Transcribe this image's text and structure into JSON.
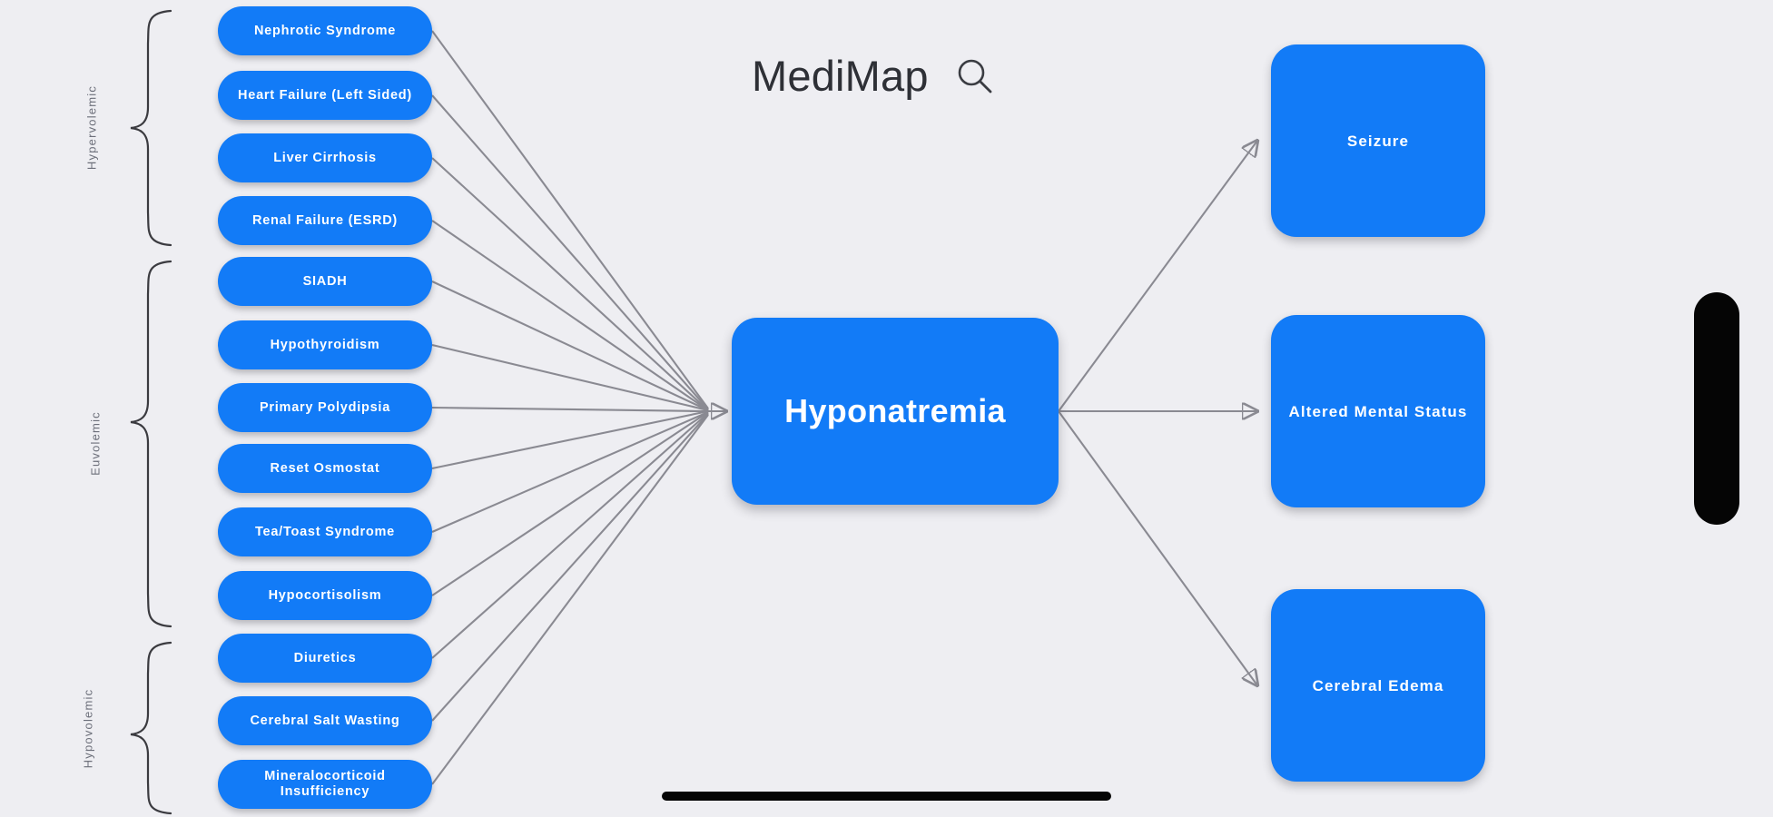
{
  "app": {
    "title": "MediMap",
    "search_icon": "search-icon",
    "background_color": "#eeeef2",
    "node_color": "#127bf7",
    "node_text_color": "#ffffff",
    "edge_color": "#8a8a92"
  },
  "center": {
    "label": "Hyponatremia"
  },
  "causes": {
    "groups": [
      {
        "label": "Hypervolemic",
        "items": [
          {
            "label": "Nephrotic Syndrome"
          },
          {
            "label": "Heart Failure (Left Sided)"
          },
          {
            "label": "Liver Cirrhosis"
          },
          {
            "label": "Renal Failure (ESRD)"
          }
        ]
      },
      {
        "label": "Euvolemic",
        "items": [
          {
            "label": "SIADH"
          },
          {
            "label": "Hypothyroidism"
          },
          {
            "label": "Primary Polydipsia"
          },
          {
            "label": "Reset Osmostat"
          },
          {
            "label": "Tea/Toast Syndrome"
          },
          {
            "label": "Hypocortisolism"
          }
        ]
      },
      {
        "label": "Hypovolemic",
        "items": [
          {
            "label": "Diuretics"
          },
          {
            "label": "Cerebral Salt Wasting"
          },
          {
            "label": "Mineralocorticoid Insufficiency"
          }
        ]
      }
    ]
  },
  "outcomes": {
    "items": [
      {
        "label": "Seizure"
      },
      {
        "label": "Altered Mental Status"
      },
      {
        "label": "Cerebral Edema"
      }
    ]
  },
  "chrome": {
    "scrollbar": "vertical-scrollbar-thumb",
    "home_indicator": "home-indicator"
  }
}
